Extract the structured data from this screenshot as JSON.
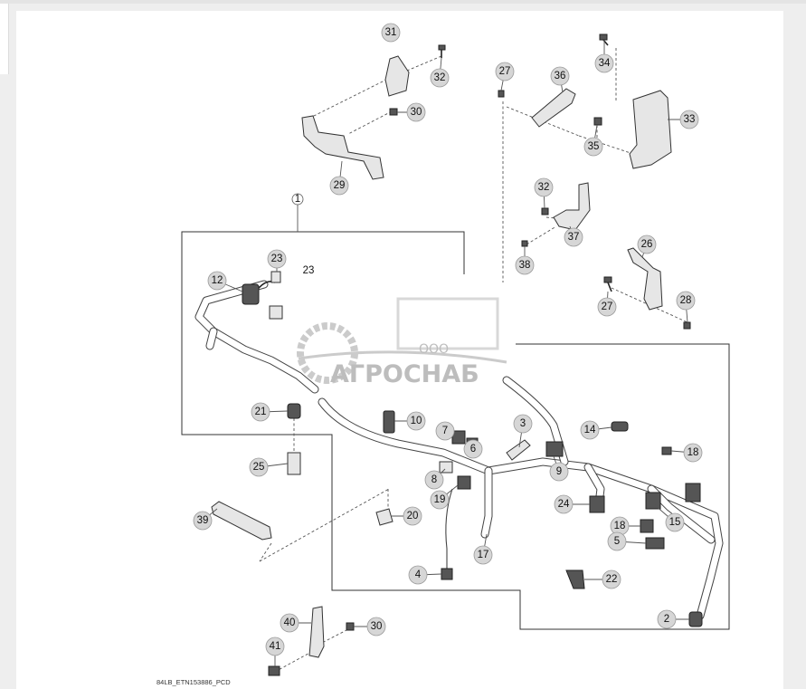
{
  "drawing": {
    "reference_code": "84LB_ETN153886_PCD",
    "watermark": {
      "prefix": "ООО",
      "brand": "АГРОСНАБ"
    },
    "callouts": [
      {
        "id": "c31",
        "label": "31"
      },
      {
        "id": "c32a",
        "label": "32"
      },
      {
        "id": "c30a",
        "label": "30"
      },
      {
        "id": "c29",
        "label": "29"
      },
      {
        "id": "c1",
        "label": "1"
      },
      {
        "id": "c23a",
        "label": "23"
      },
      {
        "id": "c23b",
        "label": "23"
      },
      {
        "id": "c12",
        "label": "12"
      },
      {
        "id": "c21",
        "label": "21"
      },
      {
        "id": "c25",
        "label": "25"
      },
      {
        "id": "c39",
        "label": "39"
      },
      {
        "id": "c10",
        "label": "10"
      },
      {
        "id": "c7",
        "label": "7"
      },
      {
        "id": "c6",
        "label": "6"
      },
      {
        "id": "c8",
        "label": "8"
      },
      {
        "id": "c19",
        "label": "19"
      },
      {
        "id": "c3",
        "label": "3"
      },
      {
        "id": "c9",
        "label": "9"
      },
      {
        "id": "c14",
        "label": "14"
      },
      {
        "id": "c18a",
        "label": "18"
      },
      {
        "id": "c24",
        "label": "24"
      },
      {
        "id": "c15",
        "label": "15"
      },
      {
        "id": "c18b",
        "label": "18"
      },
      {
        "id": "c5",
        "label": "5"
      },
      {
        "id": "c20",
        "label": "20"
      },
      {
        "id": "c17",
        "label": "17"
      },
      {
        "id": "c4",
        "label": "4"
      },
      {
        "id": "c22",
        "label": "22"
      },
      {
        "id": "c2",
        "label": "2"
      },
      {
        "id": "c40",
        "label": "40"
      },
      {
        "id": "c30b",
        "label": "30"
      },
      {
        "id": "c41",
        "label": "41"
      },
      {
        "id": "c27a",
        "label": "27"
      },
      {
        "id": "c36",
        "label": "36"
      },
      {
        "id": "c34",
        "label": "34"
      },
      {
        "id": "c33",
        "label": "33"
      },
      {
        "id": "c35",
        "label": "35"
      },
      {
        "id": "c32b",
        "label": "32"
      },
      {
        "id": "c37",
        "label": "37"
      },
      {
        "id": "c38",
        "label": "38"
      },
      {
        "id": "c26",
        "label": "26"
      },
      {
        "id": "c27b",
        "label": "27"
      },
      {
        "id": "c28",
        "label": "28"
      }
    ]
  }
}
